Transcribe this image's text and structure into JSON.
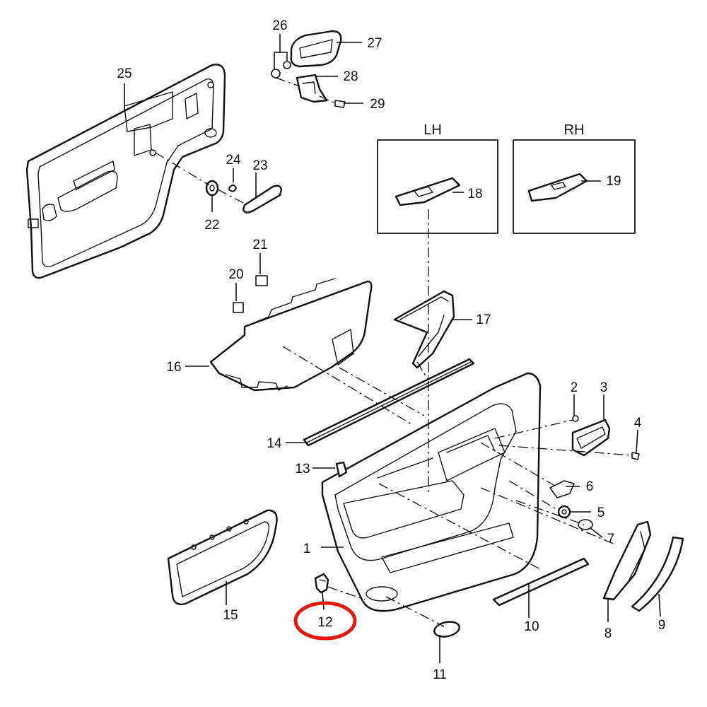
{
  "callouts": [
    "1",
    "2",
    "3",
    "4",
    "5",
    "6",
    "7",
    "8",
    "9",
    "10",
    "11",
    "12",
    "13",
    "14",
    "15",
    "16",
    "17",
    "18",
    "19",
    "20",
    "21",
    "22",
    "23",
    "24",
    "25",
    "26",
    "27",
    "28",
    "29"
  ],
  "variant_boxes": {
    "left": "LH",
    "right": "RH"
  },
  "highlighted_callout": "12",
  "colors": {
    "line": "#111111",
    "highlight": "#e3170a",
    "background": "#ffffff"
  }
}
